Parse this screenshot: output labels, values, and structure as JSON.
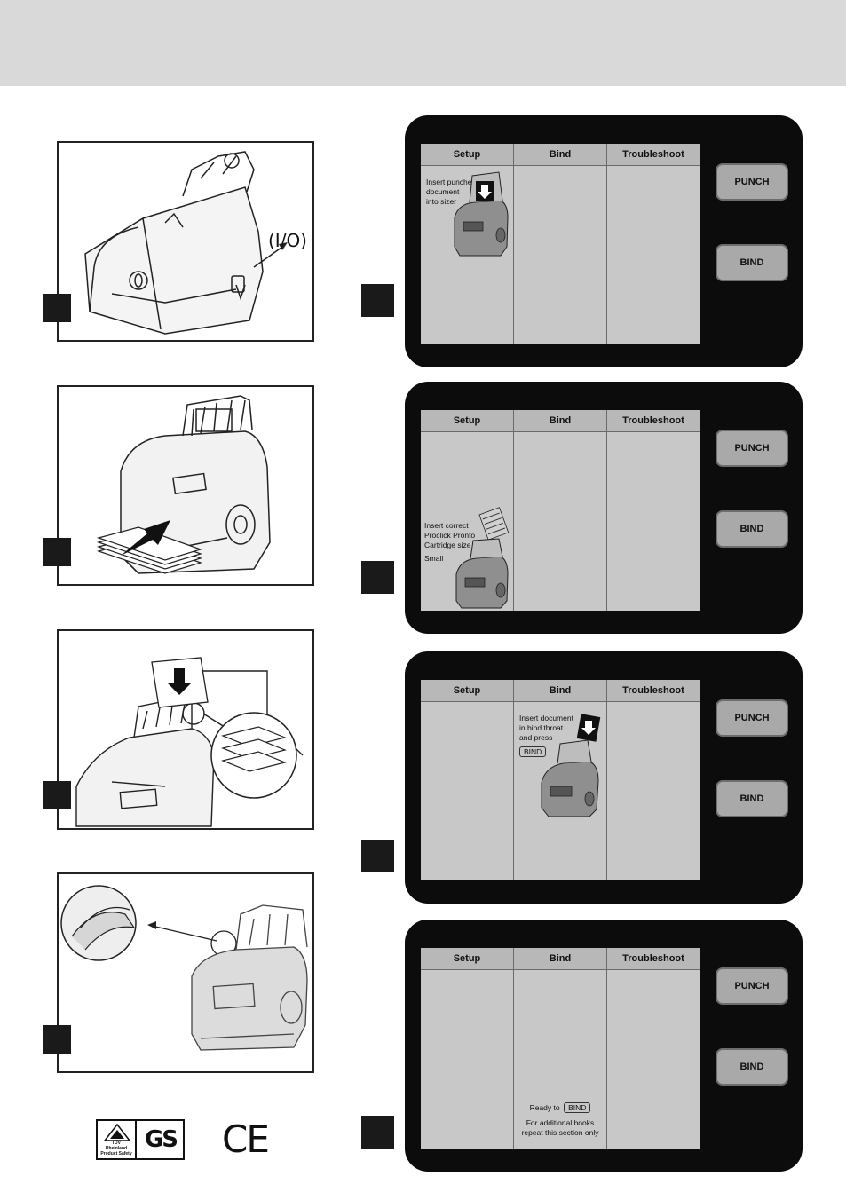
{
  "left_panels": {
    "io_label": "(I/O)"
  },
  "screens": [
    {
      "tabs": [
        "Setup",
        "Bind",
        "Troubleshoot"
      ],
      "buttons": [
        "PUNCH",
        "BIND"
      ],
      "instruction": "Insert punched\ndocument\ninto sizer"
    },
    {
      "tabs": [
        "Setup",
        "Bind",
        "Troubleshoot"
      ],
      "buttons": [
        "PUNCH",
        "BIND"
      ],
      "instruction": "Insert correct\nProclick Pronto\nCartridge size",
      "size_value": "Small"
    },
    {
      "tabs": [
        "Setup",
        "Bind",
        "Troubleshoot"
      ],
      "buttons": [
        "PUNCH",
        "BIND"
      ],
      "instruction": "Insert document\nin bind throat\nand press",
      "inline_button": "BIND"
    },
    {
      "tabs": [
        "Setup",
        "Bind",
        "Troubleshoot"
      ],
      "buttons": [
        "PUNCH",
        "BIND"
      ],
      "ready_prefix": "Ready to",
      "inline_button": "BIND",
      "note": "For additional books\nrepeat this section only"
    }
  ],
  "certifications": {
    "tuv_text": "TÜV\nRheinland\nProduct Safety",
    "gs_mark": "GS",
    "ce_mark": "CE"
  }
}
